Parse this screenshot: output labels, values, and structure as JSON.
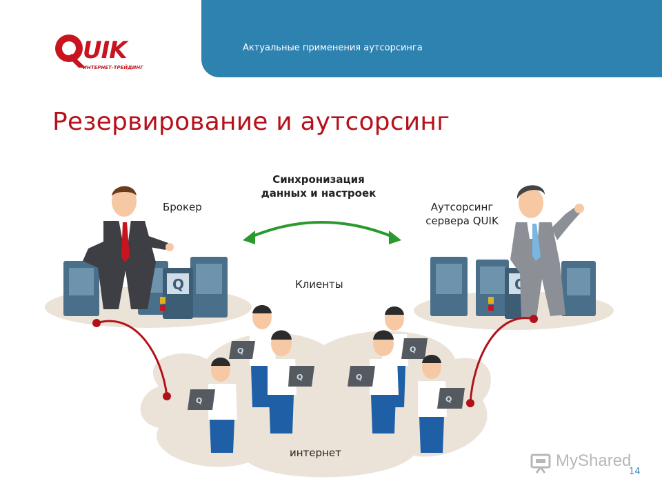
{
  "header": {
    "subtitle": "Актуальные применения аутсорсинга"
  },
  "logo": {
    "text": "QUIK",
    "tagline": "ИНТЕРНЕТ-ТРЕЙДИНГ"
  },
  "slide": {
    "title": "Резервирование и аутсорсинг",
    "page_number": "14"
  },
  "diagram": {
    "sync_label_line1": "Синхронизация",
    "sync_label_line2": "данных и настроек",
    "broker_label": "Брокер",
    "outsourcing_label_line1": "Аутсорсинг",
    "outsourcing_label_line2": "сервера QUIK",
    "clients_label": "Клиенты",
    "internet_label": "интернет"
  },
  "watermark": {
    "text": "MyShared"
  },
  "colors": {
    "header_band": "#2e82b0",
    "title": "#b5121b",
    "sync_arrow": "#2a9a2e",
    "connector": "#b0121b",
    "platform": "#e9dfd2",
    "server": "#4a6f8a",
    "shirt": "#ffffff",
    "trousers": "#1f5fa6",
    "suit_dark": "#3d3f44",
    "suit_grey": "#8c9096"
  }
}
